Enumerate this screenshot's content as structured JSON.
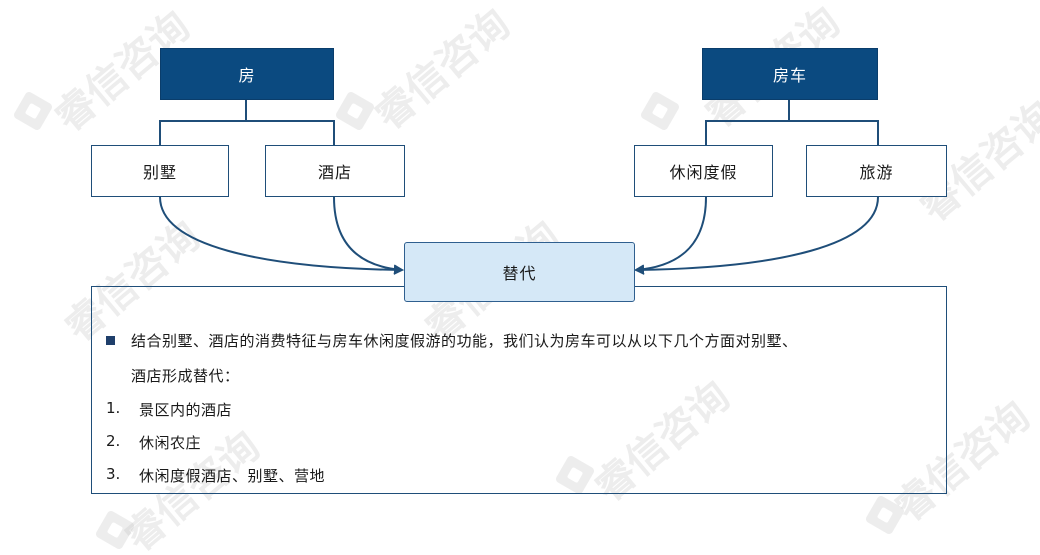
{
  "nodes": {
    "house": "房",
    "rv": "房车",
    "villa": "别墅",
    "hotel": "酒店",
    "leisure_vacation": "休闲度假",
    "travel": "旅游",
    "substitute": "替代"
  },
  "panel": {
    "intro_line1": "结合别墅、酒店的消费特征与房车休闲度假游的功能，我们认为房车可以从以下几个方面对别墅、",
    "intro_line2": "酒店形成替代：",
    "items": [
      {
        "num": "1.",
        "text": "景区内的酒店"
      },
      {
        "num": "2.",
        "text": "休闲农庄"
      },
      {
        "num": "3.",
        "text": "休闲度假酒店、别墅、营地"
      }
    ]
  },
  "watermark": "睿信咨询",
  "colors": {
    "dark_box": "#0b4a80",
    "light_box": "#d5e8f7",
    "line": "#1f4e79"
  }
}
